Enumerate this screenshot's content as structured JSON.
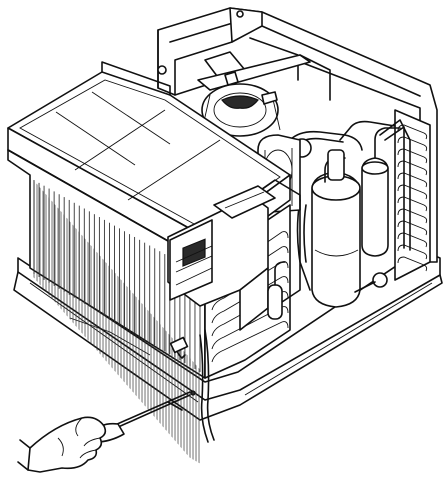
{
  "diagram": {
    "illustration": "window-air-conditioner-chassis-service",
    "colors": {
      "line": "#111111",
      "fill": "#ffffff",
      "shade": "#e2e2e2",
      "dark": "#2a2a2a"
    },
    "fin_count": 34,
    "coil_tube_rows": 7
  }
}
